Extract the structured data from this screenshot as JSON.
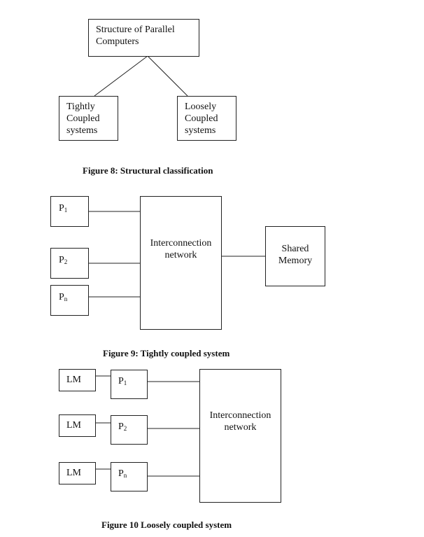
{
  "fig8": {
    "root": "Structure of Parallel Computers",
    "left": "Tightly Coupled systems",
    "right": "Loosely Coupled systems",
    "caption": "Figure 8: Structural classification"
  },
  "fig9": {
    "processors": [
      {
        "base": "P",
        "sub": "1"
      },
      {
        "base": "P",
        "sub": "2"
      },
      {
        "base": "P",
        "sub": "n"
      }
    ],
    "network": "Interconnection network",
    "memory": "Shared Memory",
    "caption": "Figure 9: Tightly coupled system"
  },
  "fig10": {
    "local_memory": "LM",
    "processors": [
      {
        "base": "P",
        "sub": "1"
      },
      {
        "base": "P",
        "sub": "2"
      },
      {
        "base": "P",
        "sub": "n"
      }
    ],
    "network": "Interconnection network",
    "caption": "Figure 10 Loosely coupled system"
  }
}
